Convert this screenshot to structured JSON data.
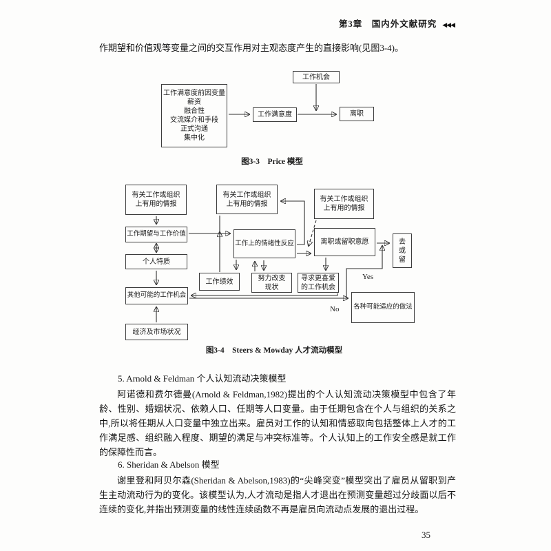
{
  "header": {
    "chapter": "第3章　国内外文献研究",
    "arrows": "◀◀◀"
  },
  "intro": "作期望和价值观等变量之间的交互作用对主观态度产生的直接影响(见图3-4)。",
  "figure1": {
    "caption": "图3-3　Price 模型",
    "boxes": {
      "antecedents": "工作满意度前因变量\n薪资\n融合性\n交流媒介和手段\n正式沟通\n集中化",
      "job_opportunity": "工作机会",
      "job_satisfaction": "工作满意度",
      "turnover": "离职"
    }
  },
  "figure2": {
    "caption": "图3-4　Steers & Mowday 人才流动模型",
    "boxes": {
      "info_left": "有关工作或组织\n上有用的情报",
      "info_mid": "有关工作或组织\n上有用的情报",
      "info_right": "有关工作或组织\n上有用的情报",
      "expectations": "工作期望与工作价值",
      "traits": "个人特质",
      "emotion": "工作上的情绪性反应",
      "intent": "离职或留职意愿",
      "leave_or_stay": "去\n或\n留",
      "performance": "工作绩效",
      "change_effort": "努力改变\n现状",
      "search": "寻求更喜爱\n的工作机会",
      "other_jobs": "其他可能的工作机会",
      "practices": "各种可能适应的做法",
      "economy": "经济及市场状况"
    },
    "labels": {
      "yes": "Yes",
      "no": "No"
    }
  },
  "sections": {
    "s5_heading": "5. Arnold & Feldman 个人认知流动决策模型",
    "s5_body": "阿诺德和费尔德曼(Arnold & Feldman,1982)提出的个人认知流动决策模型中包含了年龄、性别、婚姻状况、依赖人口、任期等人口变量。由于任期包含在个人与组织的关系之中,所以将任期从人口变量中独立出来。雇员对工作的认知和情感取向包括整体上人才的工作满足感、组织融入程度、期望的满足与冲突标准等。个人认知上的工作安全感是就工作的保障性而言。",
    "s6_heading": "6. Sheridan & Abelson 模型",
    "s6_body": "谢里登和阿贝尔森(Sheridan & Abelson,1983)的“尖峰突变”模型突出了雇员从留职到产生主动流动行为的变化。该模型认为,人才流动是指人才退出在预测变量超过分歧面以后不连续的变化,并指出预测变量的线性连续函数不再是雇员向流动点发展的退出过程。",
    "page_number": "35"
  }
}
